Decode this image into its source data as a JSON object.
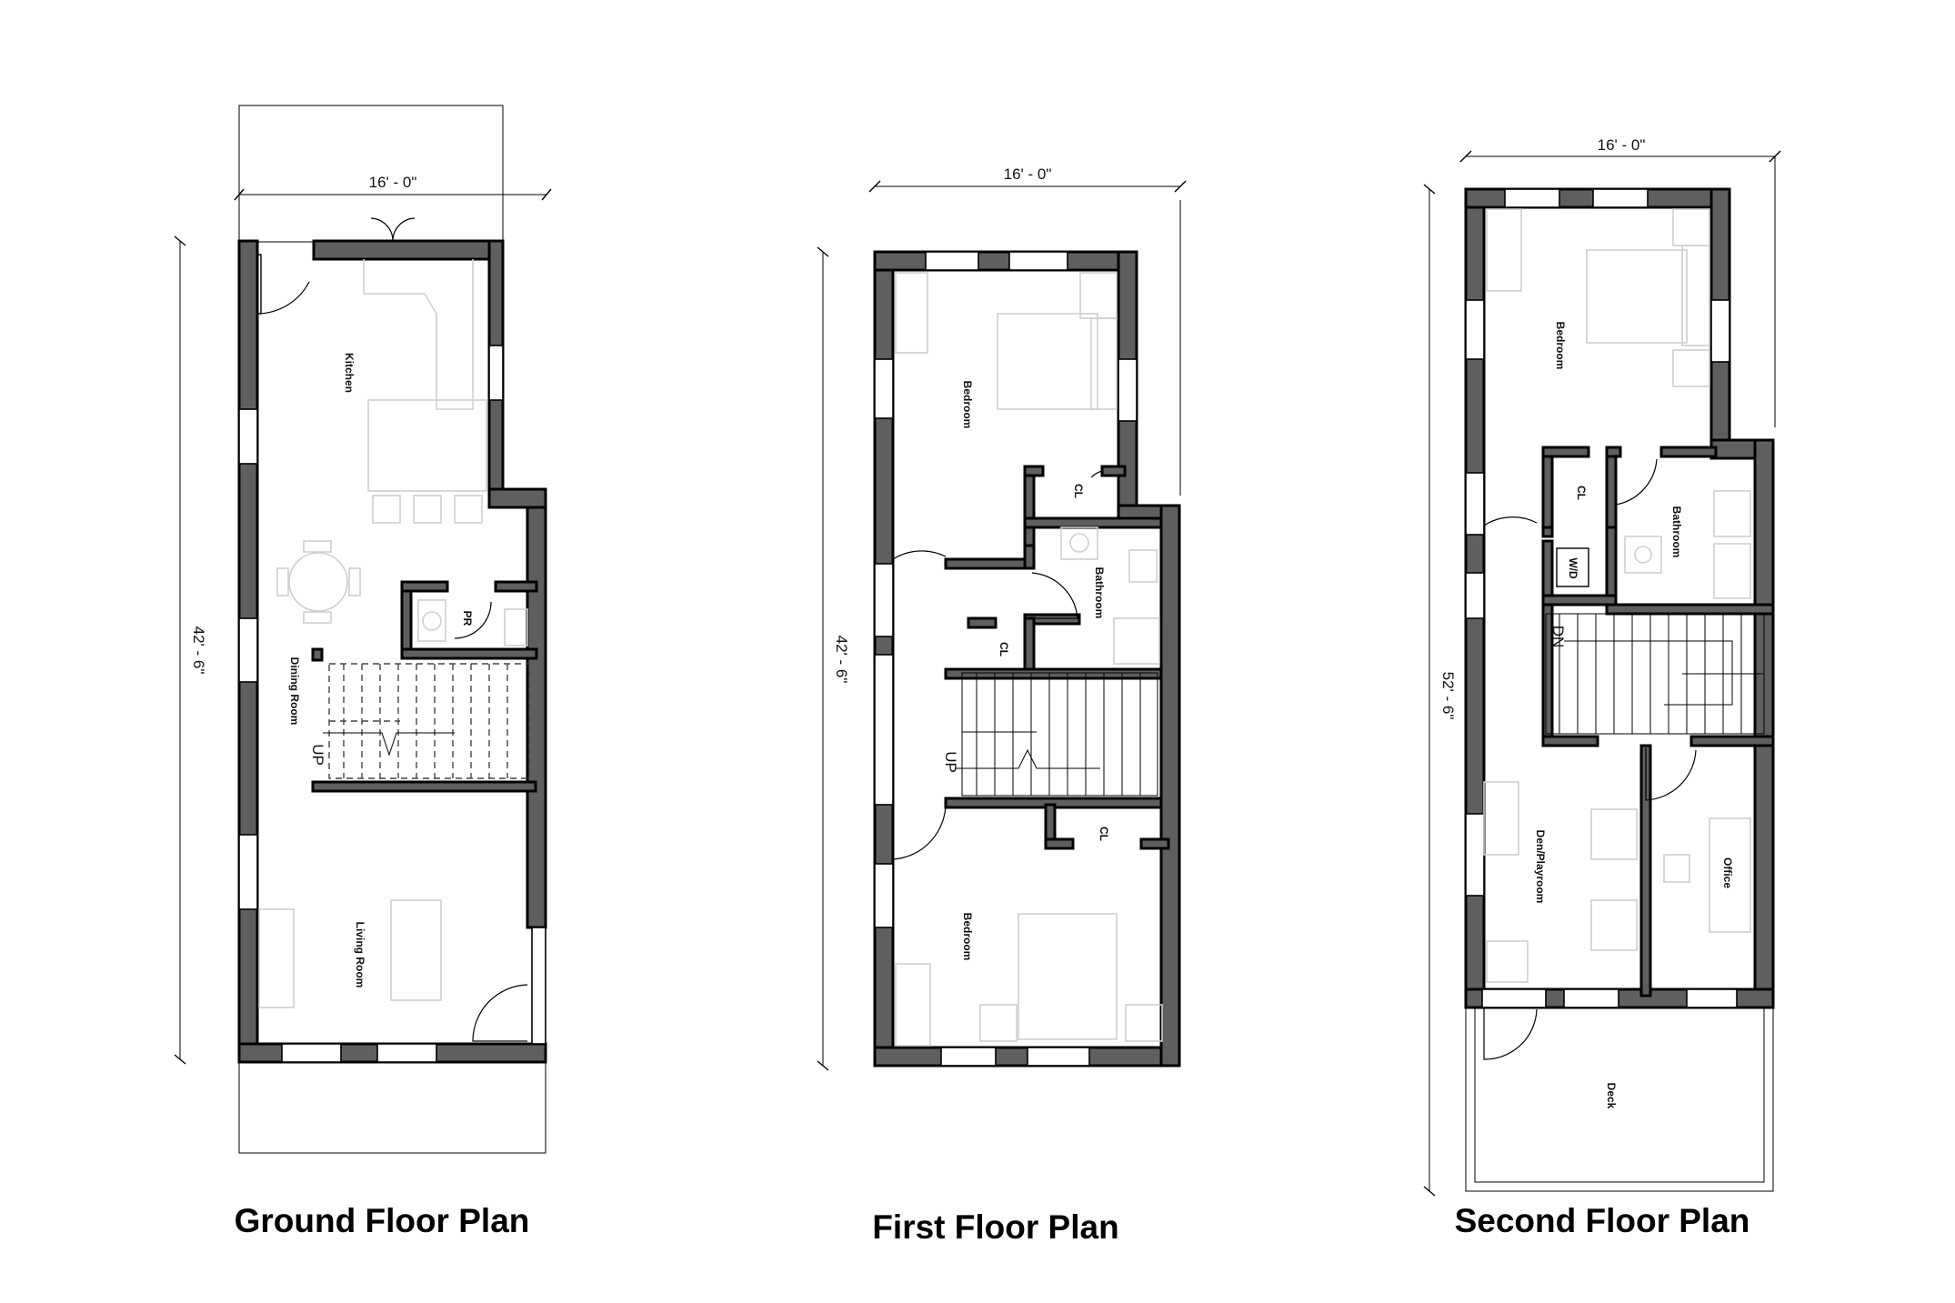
{
  "plans": {
    "ground": {
      "title": "Ground Floor Plan",
      "width_dim": "16' - 0\"",
      "height_dim": "42' - 6\"",
      "rooms": {
        "kitchen": "Kitchen",
        "pr": "PR",
        "dining": "Dining Room",
        "living": "Living Room"
      },
      "stair": "UP"
    },
    "first": {
      "title": "First Floor Plan",
      "width_dim": "16' - 0\"",
      "height_dim": "42' - 6\"",
      "rooms": {
        "bedroom_top": "Bedroom",
        "cl_top": "CL",
        "bathroom": "Bathroom",
        "cl_mid": "CL",
        "cl_bottom": "CL",
        "bedroom_bottom": "Bedroom"
      },
      "stair": "UP"
    },
    "second": {
      "title": "Second Floor Plan",
      "width_dim": "16' - 0\"",
      "height_dim": "52' - 6\"",
      "rooms": {
        "bedroom": "Bedroom",
        "cl": "CL",
        "bathroom": "Bathroom",
        "wd": "W/D",
        "den": "Den/Playroom",
        "office": "Office",
        "deck": "Deck"
      },
      "stair": "DN"
    }
  }
}
